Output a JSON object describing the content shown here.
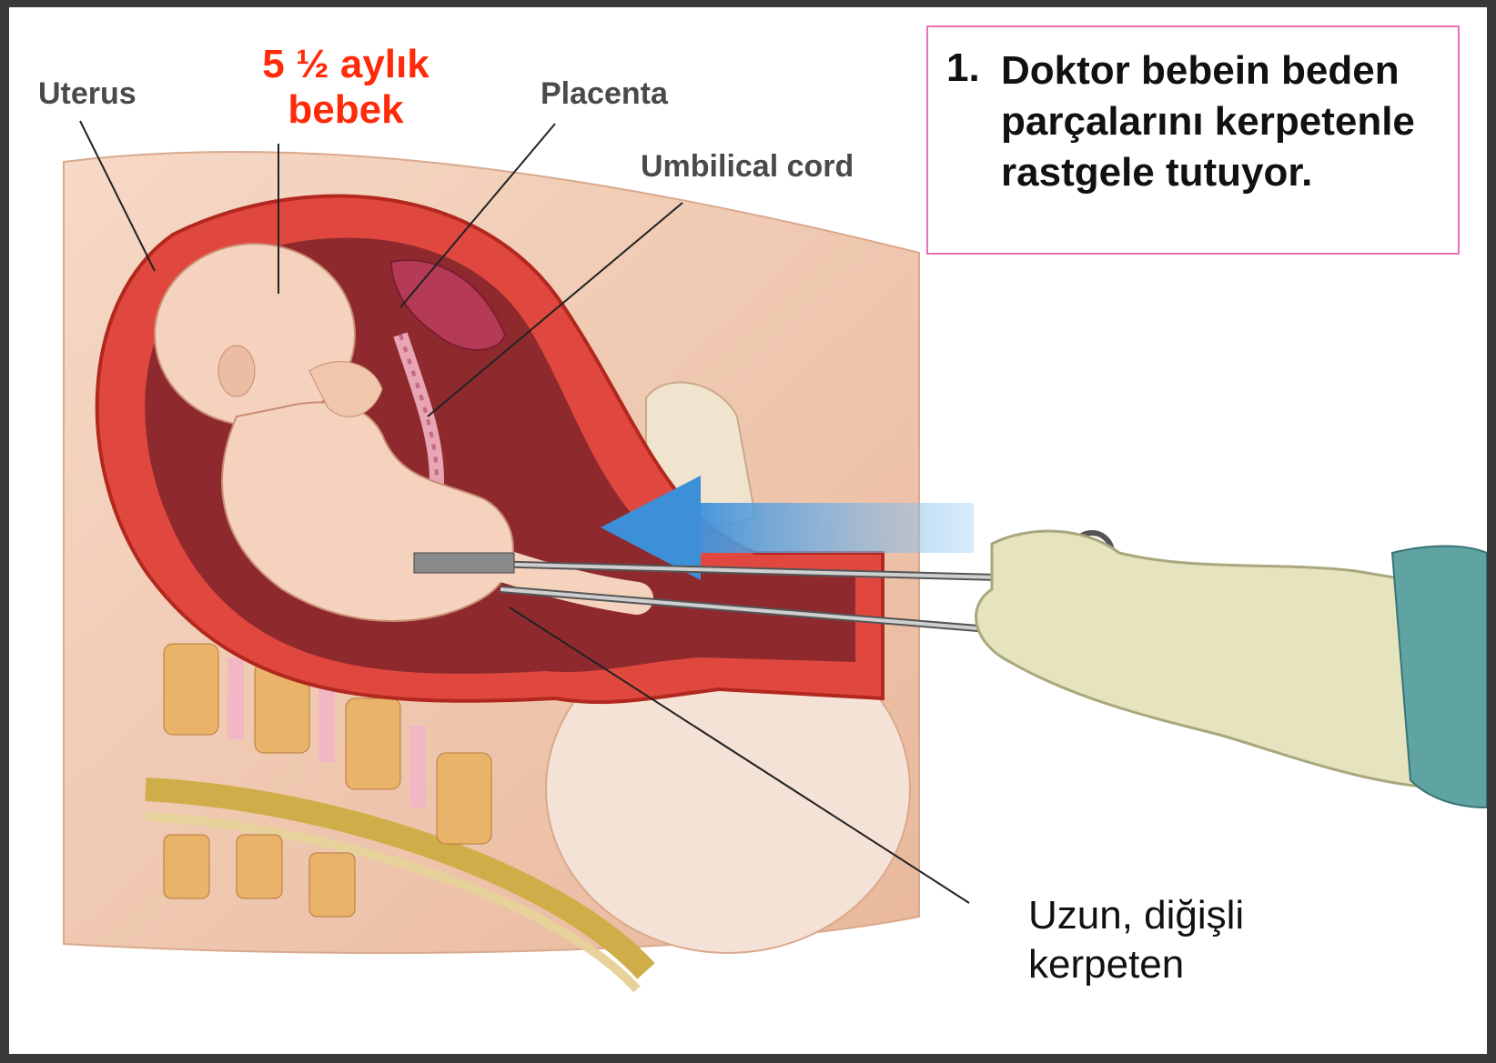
{
  "labels": {
    "uterus": "Uterus",
    "placenta": "Placenta",
    "umbilical_cord": "Umbilical cord",
    "baby_age_line1": "5 ½  aylık",
    "baby_age_line2": "bebek"
  },
  "callout": {
    "number": "1.",
    "text": "Doktor bebein beden parçalarını kerpetenle rastgele tutuyor."
  },
  "tool_label": {
    "line1": "Uzun, diğişli",
    "line2": "kerpeten"
  },
  "colors": {
    "accent_red": "#ff2a0a",
    "callout_border": "#e96fb7",
    "uterus_wall": "#e0483f",
    "skin": "#f3d2bd",
    "arrow": "#4a9ee0",
    "glove": "#e6e4bf"
  }
}
